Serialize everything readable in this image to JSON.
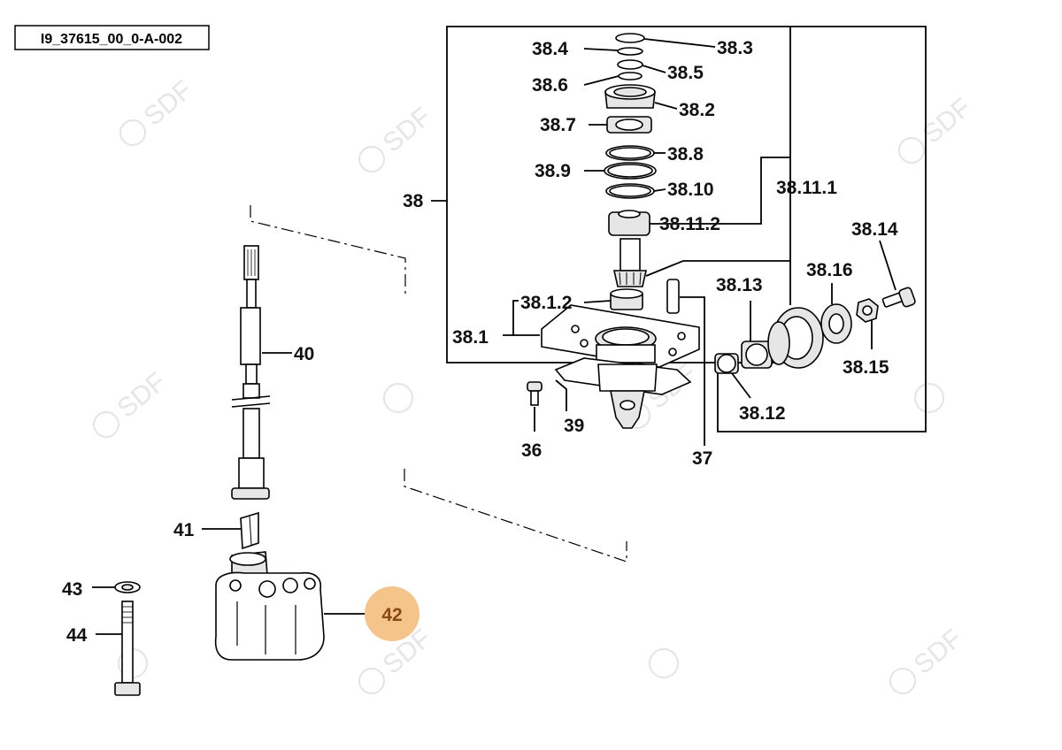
{
  "drawing_id": "I9_37615_00_0-A-002",
  "watermark": "SDF",
  "highlight_color": "#f5c48a",
  "labels": {
    "l38_3": "38.3",
    "l38_4": "38.4",
    "l38_5": "38.5",
    "l38_6": "38.6",
    "l38_2": "38.2",
    "l38_7": "38.7",
    "l38_8": "38.8",
    "l38_9": "38.9",
    "l38_10": "38.10",
    "l38_11_1": "38.11.1",
    "l38_11_2": "38.11.2",
    "l38": "38",
    "l38_14": "38.14",
    "l38_16": "38.16",
    "l38_13": "38.13",
    "l38_1_2": "38.1.2",
    "l38_1": "38.1",
    "l38_15": "38.15",
    "l38_12": "38.12",
    "l39": "39",
    "l36": "36",
    "l37": "37",
    "l40": "40",
    "l41": "41",
    "l42": "42",
    "l43": "43",
    "l44": "44"
  }
}
